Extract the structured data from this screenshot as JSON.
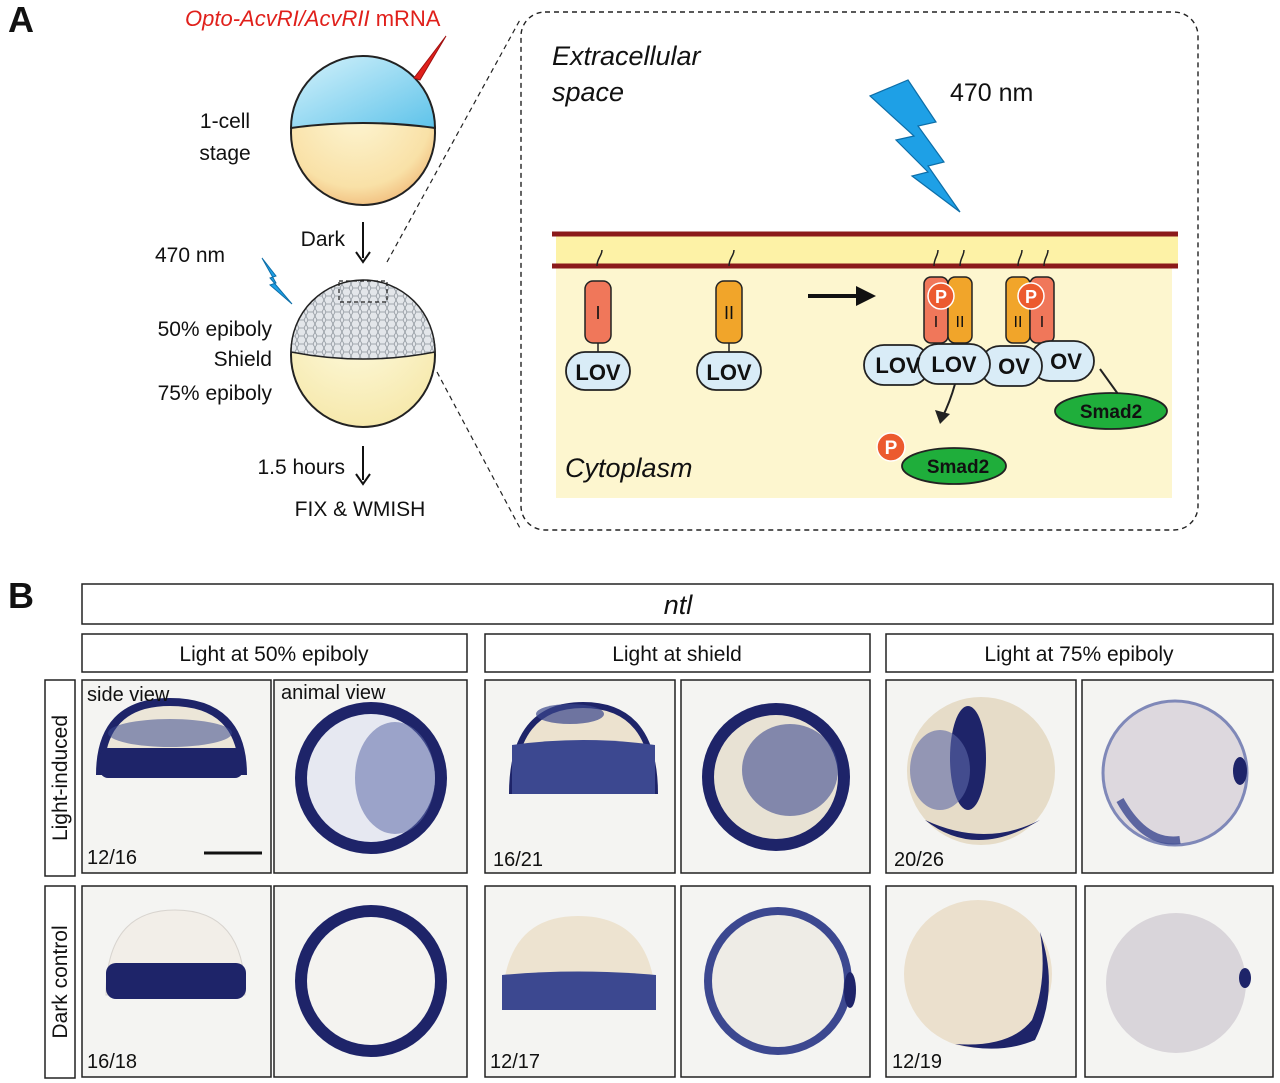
{
  "panel_a": {
    "label": "A",
    "injection_label": "Opto-AcvRI/AcvRII",
    "injection_suffix": " mRNA",
    "stage_1cell_line1": "1-cell",
    "stage_1cell_line2": "stage",
    "dark_label": "Dark",
    "light_label": "470 nm",
    "stages": [
      "50% epiboly",
      "Shield",
      "75% epiboly"
    ],
    "time_label": "1.5 hours",
    "fix_label": "FIX & WMISH",
    "inset": {
      "extracellular_line1": "Extracellular",
      "extracellular_line2": "space",
      "wavelength": "470 nm",
      "cytoplasm": "Cytoplasm",
      "receptor_I": "I",
      "receptor_II": "II",
      "lov": "LOV",
      "lov_fragments": [
        "LOV",
        "LOV",
        "OV",
        "OV"
      ],
      "phospho": "P",
      "smad": "Smad2"
    }
  },
  "panel_b": {
    "label": "B",
    "gene": "ntl",
    "conditions": [
      "Light at 50% epiboly",
      "Light at shield",
      "Light at 75% epiboly"
    ],
    "rows": [
      "Light-induced",
      "Dark control"
    ],
    "view_labels": [
      "side view",
      "animal view"
    ],
    "counts": {
      "light": [
        "12/16",
        "16/21",
        "20/26"
      ],
      "dark": [
        "16/18",
        "12/17",
        "12/19"
      ]
    }
  },
  "colors": {
    "injection_red": "#e0201b",
    "bolt_blue": "#1ea0e6",
    "membrane": "#8b1a1a",
    "cytoplasm": "#fdf6cf",
    "receptor_I": "#f0775a",
    "receptor_II": "#f1a52a",
    "lov": "#d9ecf7",
    "smad": "#1fae3b",
    "stain": "#1e2469"
  }
}
